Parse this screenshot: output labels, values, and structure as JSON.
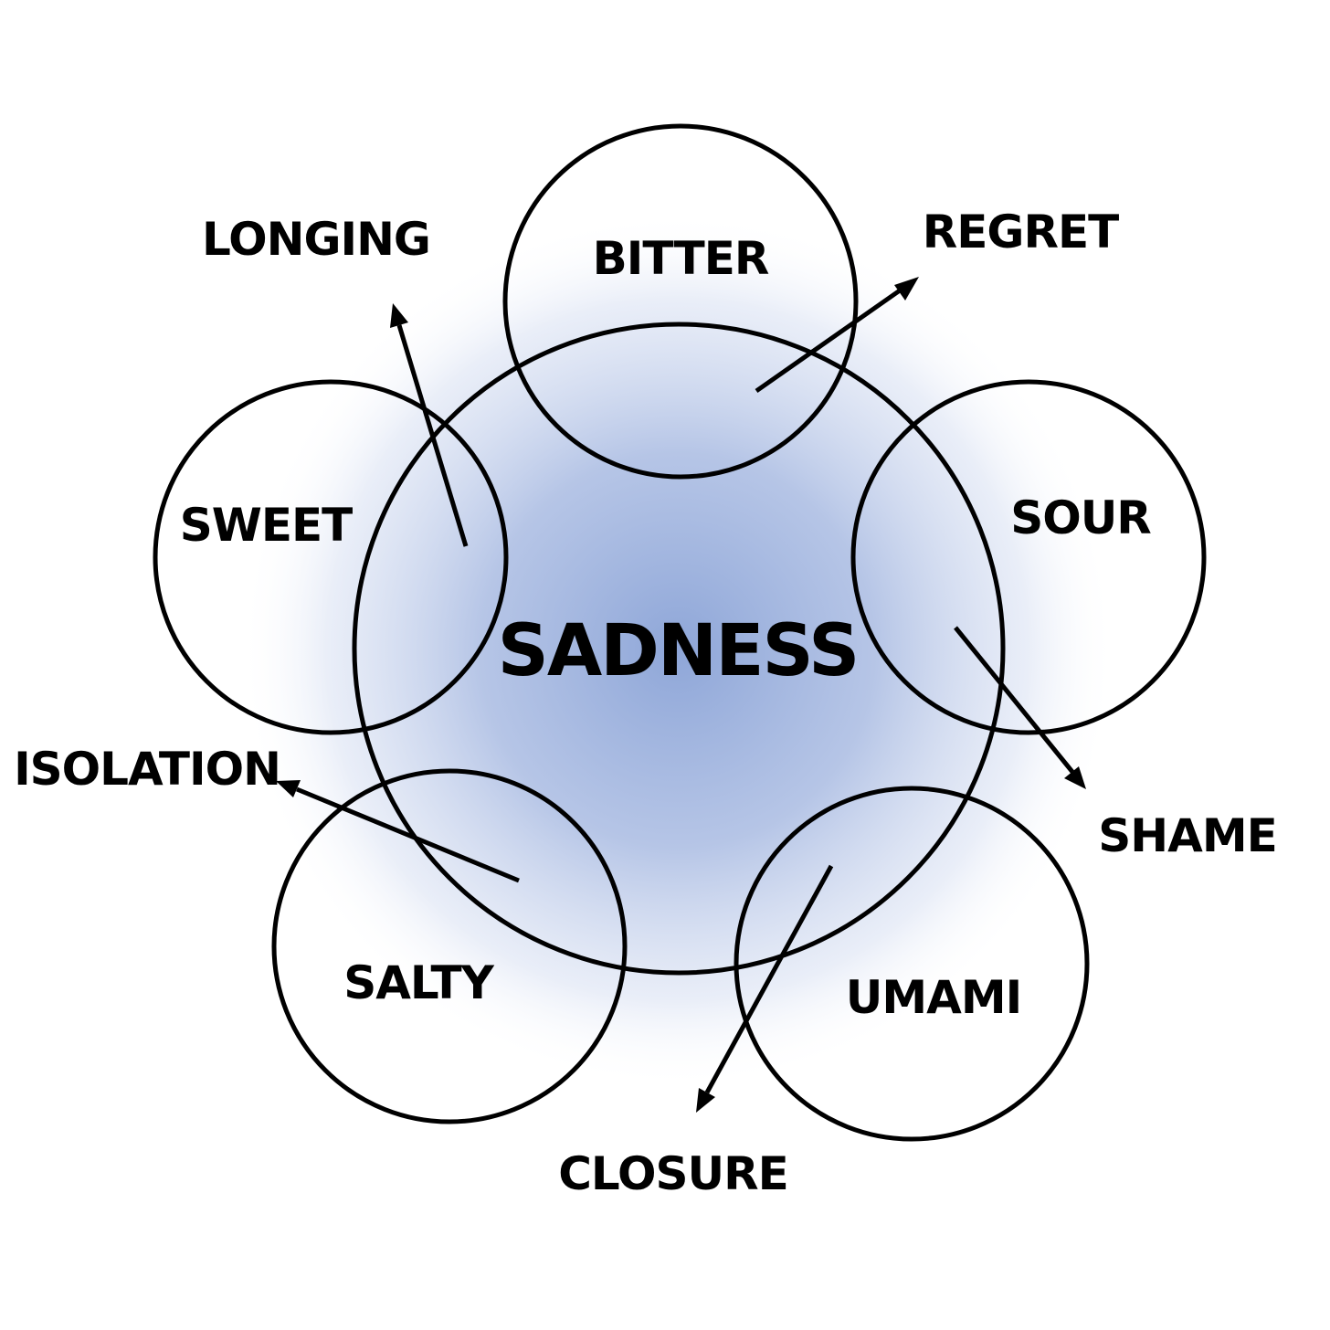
{
  "center": {
    "label": "SADNESS",
    "glow_color": "#8ea6d8"
  },
  "tastes": {
    "bitter": "BITTER",
    "sour": "SOUR",
    "umami": "UMAMI",
    "salty": "SALTY",
    "sweet": "SWEET"
  },
  "emotions": {
    "regret": "REGRET",
    "shame": "SHAME",
    "closure": "CLOSURE",
    "isolation": "ISOLATION",
    "longing": "LONGING"
  },
  "colors": {
    "stroke": "#000000",
    "background": "#ffffff"
  }
}
